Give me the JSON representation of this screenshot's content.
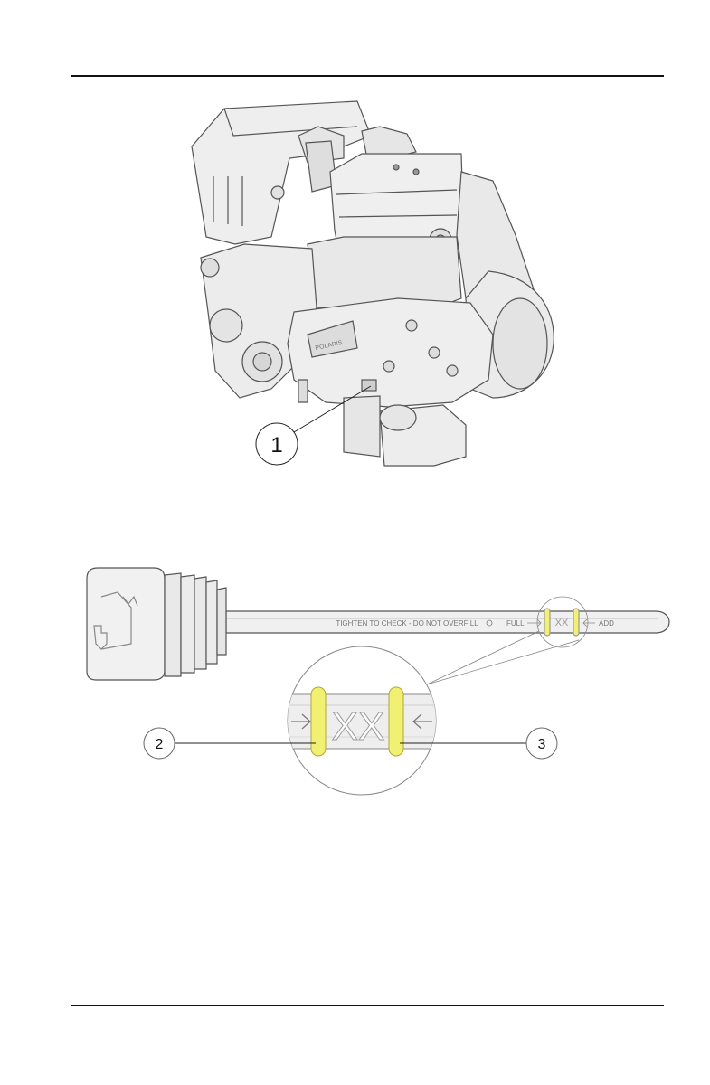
{
  "figure1": {
    "callout_1": "1"
  },
  "figure2": {
    "dipstick_text": "TIGHTEN TO CHECK - DO NOT OVERFILL",
    "full_label": "FULL",
    "add_label": "ADD",
    "mark_label": "XX",
    "callout_2": "2",
    "callout_3": "3"
  },
  "colors": {
    "ring_highlight": "#f2f073",
    "rule": "#111111"
  }
}
